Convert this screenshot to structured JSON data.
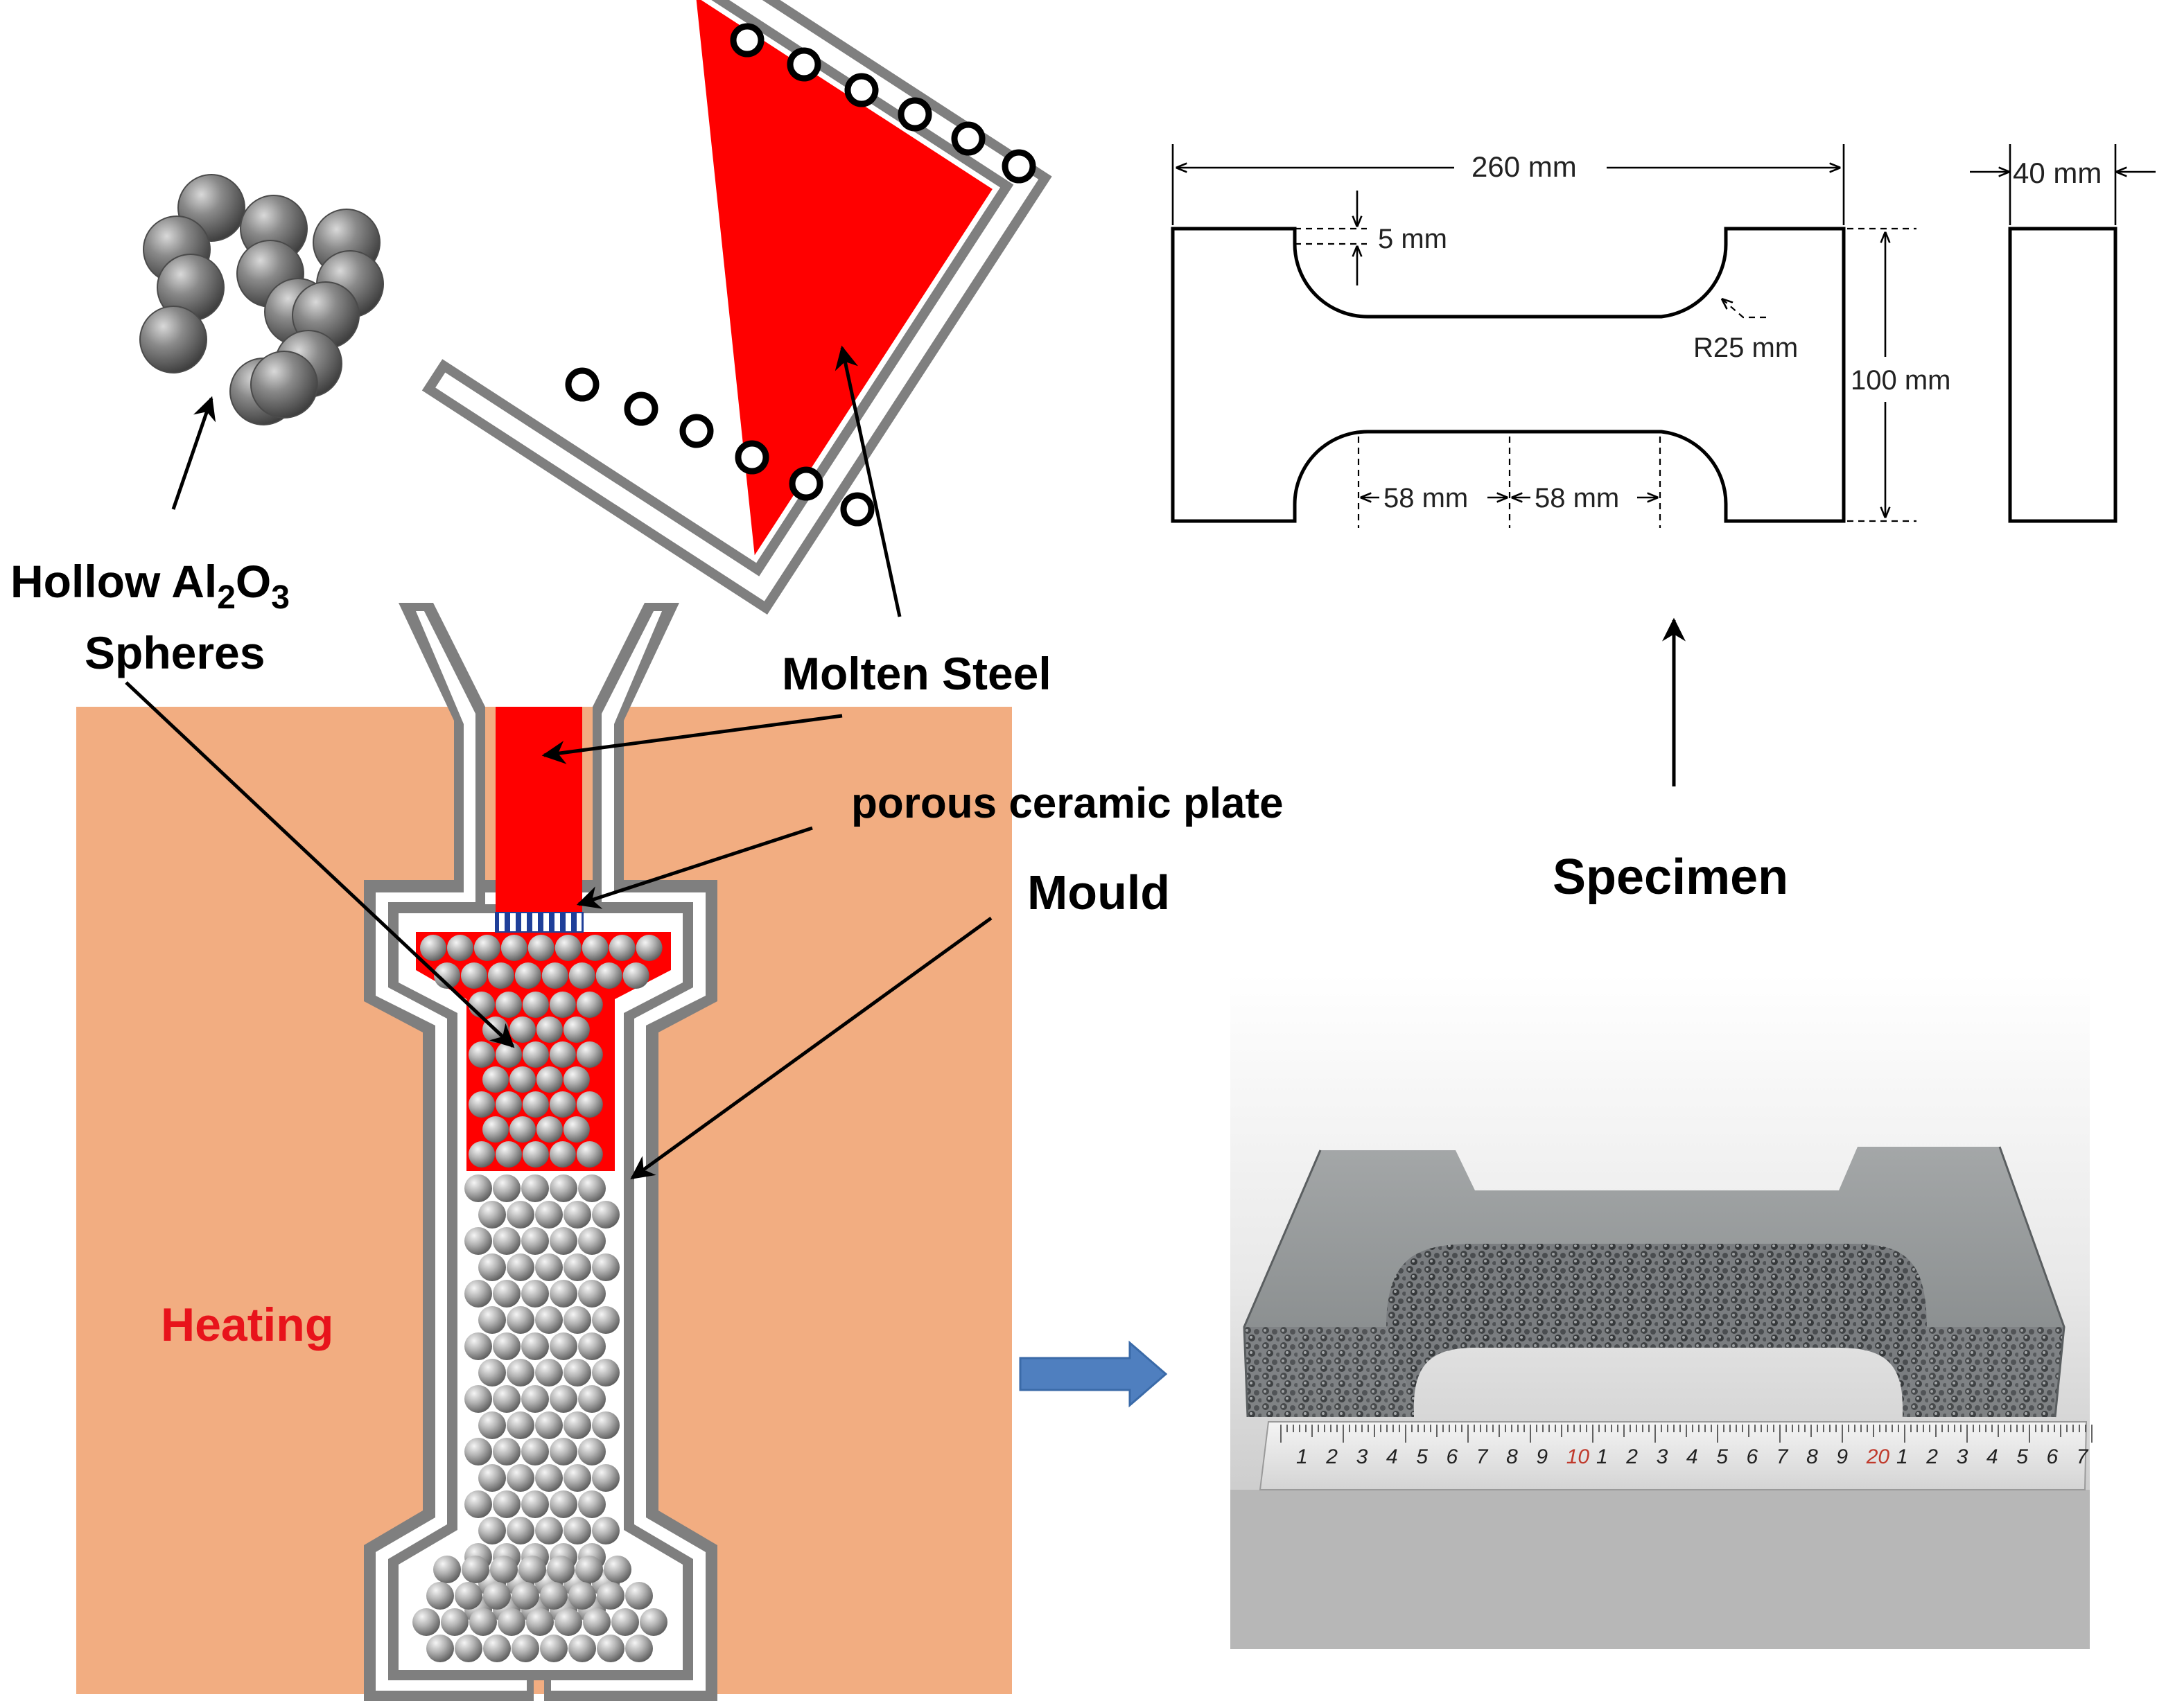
{
  "labels": {
    "hollow_line1_prefix": "Hollow Al",
    "hollow_sub_2": "2",
    "hollow_o": "O",
    "hollow_sub_3": "3",
    "hollow_line2": "Spheres",
    "molten_steel": "Molten Steel",
    "porous_plate": "porous ceramic plate",
    "mould": "Mould",
    "heating": "Heating",
    "specimen": "Specimen"
  },
  "dimensions": {
    "length": "260 mm",
    "thickness": "40 mm",
    "depth": "5 mm",
    "radius": "R25 mm",
    "height": "100 mm",
    "half_gauge_left": "58 mm",
    "half_gauge_right": "58 mm"
  },
  "ruler": {
    "labels": [
      "1",
      "2",
      "3",
      "4",
      "5",
      "6",
      "7",
      "8",
      "9",
      "10",
      "1",
      "2",
      "3",
      "4",
      "5",
      "6",
      "7",
      "8",
      "9",
      "20",
      "1",
      "2",
      "3",
      "4",
      "5",
      "6",
      "7"
    ]
  },
  "colors": {
    "heating_background": "#f2ad81",
    "molten_steel": "#ff0000",
    "mould_wall": "#7f7f7f",
    "heating_text": "#e8131b",
    "process_arrow": "#4f7fbf",
    "ruler_red_digits": "#c0392b"
  },
  "icons": {
    "process_arrow": "right-arrow-icon",
    "induction_coil": "coil-icon"
  }
}
